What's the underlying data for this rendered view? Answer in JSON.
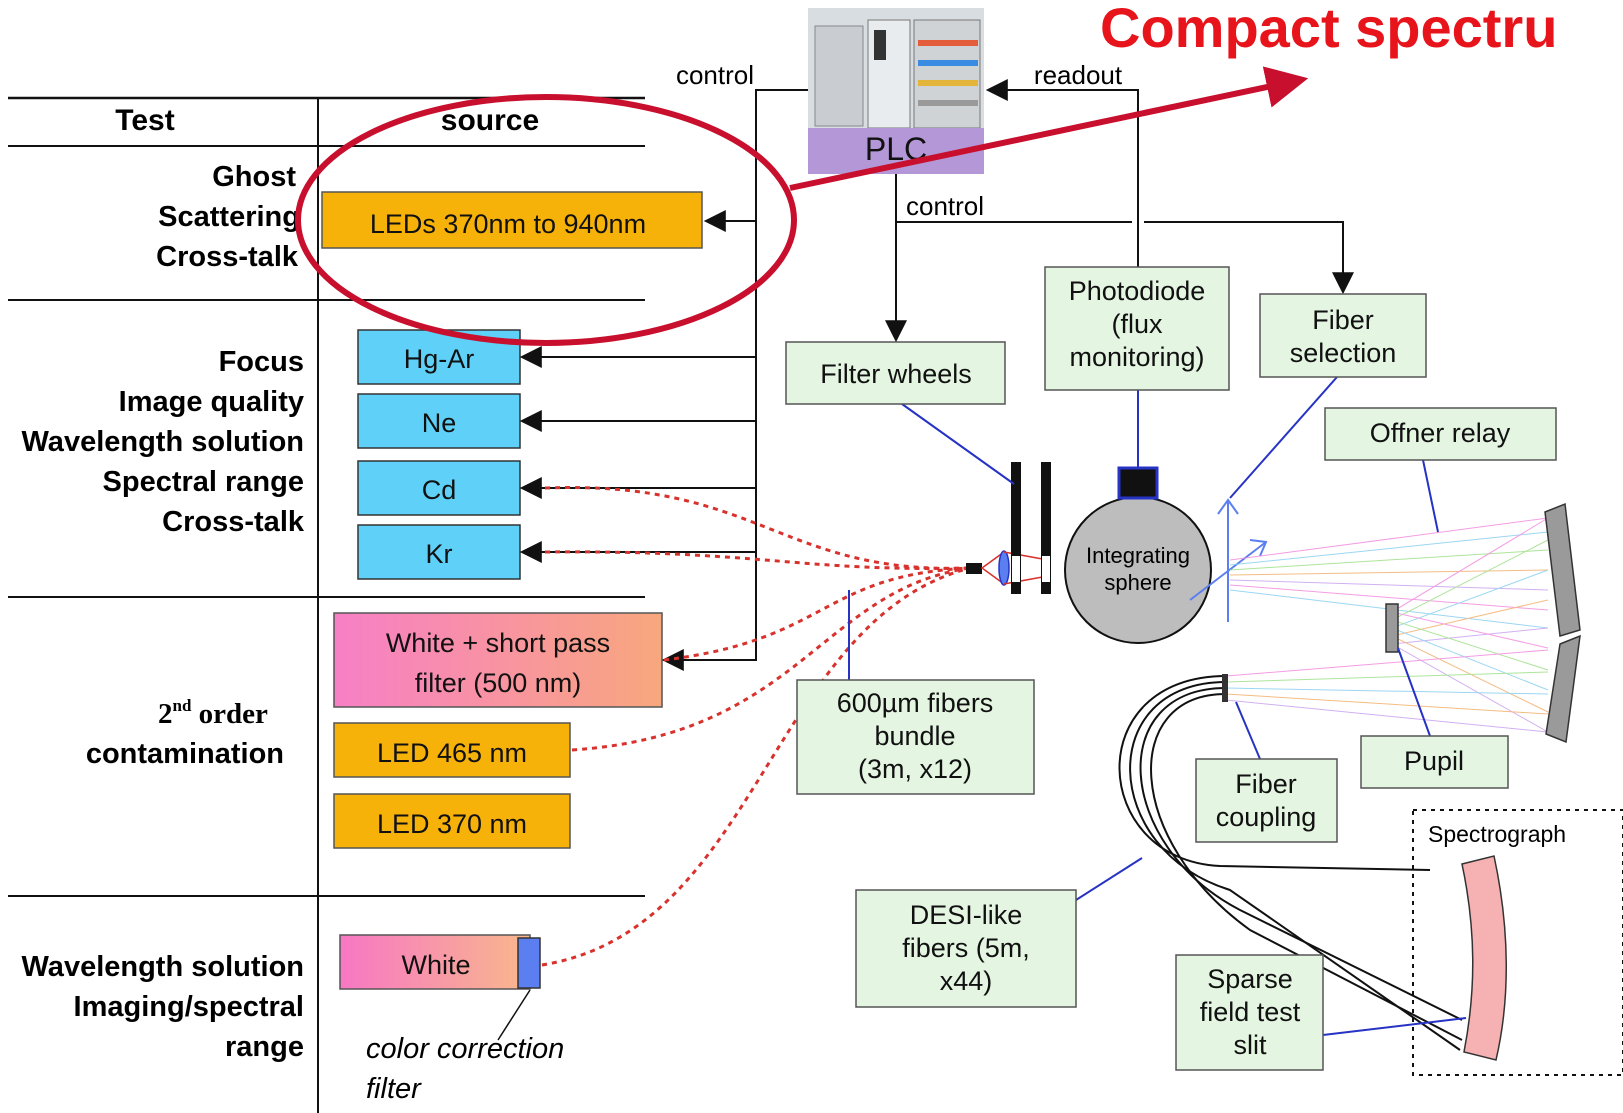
{
  "title": "Compact spectru",
  "table": {
    "header_test": "Test",
    "header_source": "source",
    "row1_tests": [
      "Ghost",
      "Scattering",
      "Cross-talk"
    ],
    "row2_tests": [
      "Focus",
      "Image quality",
      "Wavelength solution",
      "Spectral range",
      "Cross-talk"
    ],
    "row3_tests_line1": "2",
    "row3_tests_sup": "nd",
    "row3_tests_line1_rest": " order",
    "row3_tests_line2": "contamination",
    "row4_tests": [
      "Wavelength solution",
      "Imaging/spectral",
      "range"
    ]
  },
  "sources": {
    "leds": "LEDs 370nm to 940nm",
    "hgar": "Hg-Ar",
    "ne": "Ne",
    "cd": "Cd",
    "kr": "Kr",
    "white_sp_line1": "White + short pass",
    "white_sp_line2": "filter (500 nm)",
    "led465": "LED 465 nm",
    "led370": "LED 370 nm",
    "white": "White",
    "color_filter_line1": "color correction",
    "color_filter_line2": "filter"
  },
  "plc": {
    "label": "PLC",
    "control_left": "control",
    "readout": "readout",
    "control_down": "control"
  },
  "components": {
    "filter_wheels": "Filter wheels",
    "photodiode": [
      "Photodiode",
      "(flux",
      "monitoring)"
    ],
    "fiber_selection": [
      "Fiber",
      "selection"
    ],
    "offner_relay": "Offner relay",
    "integrating_sphere": [
      "Integrating",
      "sphere"
    ],
    "fibers_bundle": [
      "600µm fibers",
      "bundle",
      "(3m, x12)"
    ],
    "fiber_coupling": [
      "Fiber",
      "coupling"
    ],
    "pupil": "Pupil",
    "spectrograph": "Spectrograph",
    "desi_fibers": [
      "DESI-like",
      "fibers (5m,",
      "x44)"
    ],
    "sparse_slit": [
      "Sparse",
      "field test",
      "slit"
    ]
  },
  "colors": {
    "title_red": "#e8141b",
    "ellipse_red": "#c8102e",
    "plc_purple": "#b497d6",
    "led_orange": "#f7b20a",
    "lamp_cyan": "#5fd0f7",
    "label_green": "#e4f6e2",
    "dash_red": "#d8322d",
    "link_blue": "#2633c4",
    "slit_pink": "#f6b2b2"
  }
}
